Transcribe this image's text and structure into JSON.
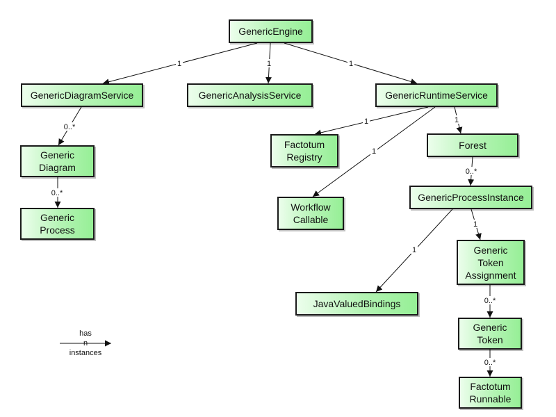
{
  "nodes": {
    "generic_engine": "GenericEngine",
    "generic_diagram_service": "GenericDiagramService",
    "generic_analysis_service": "GenericAnalysisService",
    "generic_runtime_service": "GenericRuntimeService",
    "generic_diagram": [
      "Generic",
      "Diagram"
    ],
    "generic_process": [
      "Generic",
      "Process"
    ],
    "factotum_registry": [
      "Factotum",
      "Registry"
    ],
    "forest": "Forest",
    "workflow_callable": [
      "Workflow",
      "Callable"
    ],
    "generic_process_instance": "GenericProcessInstance",
    "java_valued_bindings": "JavaValuedBindings",
    "generic_token_assignment": [
      "Generic",
      "Token",
      "Assignment"
    ],
    "generic_token": [
      "Generic",
      "Token"
    ],
    "factotum_runnable": [
      "Factotum",
      "Runnable"
    ]
  },
  "edges": [
    {
      "from": "generic_engine",
      "to": "generic_diagram_service",
      "label": "1"
    },
    {
      "from": "generic_engine",
      "to": "generic_analysis_service",
      "label": "1"
    },
    {
      "from": "generic_engine",
      "to": "generic_runtime_service",
      "label": "1"
    },
    {
      "from": "generic_diagram_service",
      "to": "generic_diagram",
      "label": "0..*"
    },
    {
      "from": "generic_diagram",
      "to": "generic_process",
      "label": "0..*"
    },
    {
      "from": "generic_runtime_service",
      "to": "factotum_registry",
      "label": "1"
    },
    {
      "from": "generic_runtime_service",
      "to": "workflow_callable",
      "label": "1"
    },
    {
      "from": "generic_runtime_service",
      "to": "forest",
      "label": "1"
    },
    {
      "from": "forest",
      "to": "generic_process_instance",
      "label": "0..*"
    },
    {
      "from": "generic_process_instance",
      "to": "java_valued_bindings",
      "label": "1"
    },
    {
      "from": "generic_process_instance",
      "to": "generic_token_assignment",
      "label": "1"
    },
    {
      "from": "generic_token_assignment",
      "to": "generic_token",
      "label": "0..*"
    },
    {
      "from": "generic_token",
      "to": "factotum_runnable",
      "label": "0..*"
    }
  ],
  "legend": {
    "line1": "has",
    "line2": "n",
    "line3": "instances"
  }
}
